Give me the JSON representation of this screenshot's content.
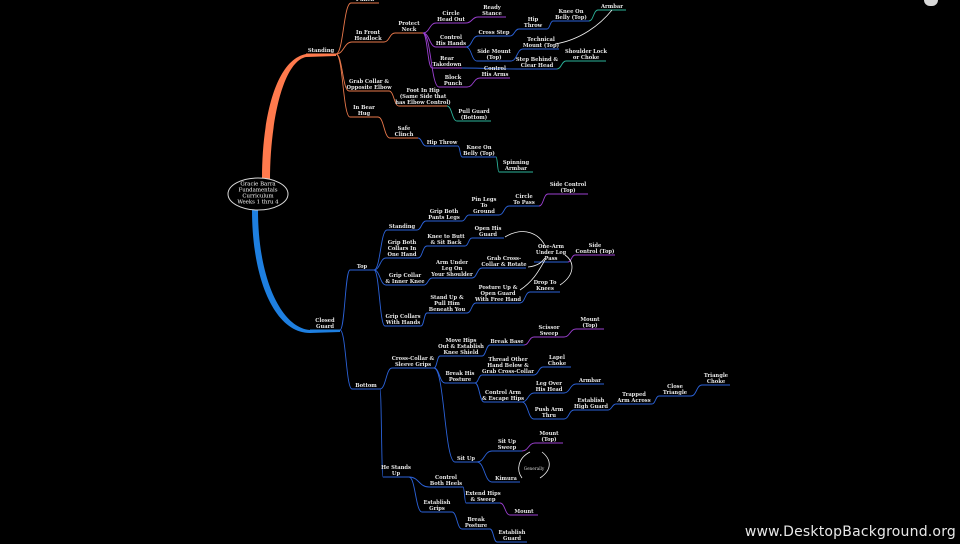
{
  "root": {
    "lines": [
      "Gracie Barra",
      "Fundamentals",
      "Curriculum",
      "Weeks 1 thru 4"
    ]
  },
  "nodes": {
    "punch": [
      "Punch"
    ],
    "standing": [
      "Standing"
    ],
    "in_front_headlock": [
      "In Front",
      "Headlock"
    ],
    "protect_neck": [
      "Protect",
      "Neck"
    ],
    "circle_head_out": [
      "Circle",
      "Head Out"
    ],
    "ready_stance": [
      "Ready",
      "Stance"
    ],
    "control_his_hands": [
      "Control",
      "His Hands"
    ],
    "cross_step": [
      "Cross Step"
    ],
    "hip_throw_1": [
      "Hip",
      "Throw"
    ],
    "knee_on_belly_top_1": [
      "Knee On",
      "Belly (Top)"
    ],
    "armbar_1": [
      "Armbar"
    ],
    "technical_mount": [
      "Technical",
      "Mount (Top)"
    ],
    "side_mount_top": [
      "Side Mount",
      "(Top)"
    ],
    "rear_takedown": [
      "Rear",
      "Takedown"
    ],
    "shoulder_lock": [
      "Shoulder Lock",
      "or Choke"
    ],
    "step_behind": [
      "Step Behind &",
      "Clear Head"
    ],
    "block_punch": [
      "Block",
      "Punch"
    ],
    "control_his_arms": [
      "Control",
      "His Arms"
    ],
    "grab_collar": [
      "Grab Collar &",
      "Opposite Elbow"
    ],
    "foot_in_hip": [
      "Foot In Hip",
      "(Same Side that",
      "has Elbow Control)"
    ],
    "pull_guard": [
      "Pull Guard",
      "(Bottom)"
    ],
    "in_bear_hug": [
      "In Bear",
      "Hug"
    ],
    "safe_clinch": [
      "Safe",
      "Clinch"
    ],
    "hip_throw_2": [
      "Hip Throw"
    ],
    "knee_on_belly_top_2": [
      "Knee On",
      "Belly (Top)"
    ],
    "spinning_armbar": [
      "Spinning",
      "Armbar"
    ],
    "closed_guard": [
      "Closed",
      "Guard"
    ],
    "top": [
      "Top"
    ],
    "standing_2": [
      "Standing"
    ],
    "grip_both_pants": [
      "Grip Both",
      "Pants Legs"
    ],
    "pin_legs": [
      "Pin Legs",
      "To",
      "Ground"
    ],
    "circle_to_pass": [
      "Circle",
      "To Pass"
    ],
    "side_control_top_1": [
      "Side Control",
      "(Top)"
    ],
    "grip_both_collars": [
      "Grip Both",
      "Collars In",
      "One Hand"
    ],
    "knee_to_butt": [
      "Knee to Butt",
      "& Sit Back"
    ],
    "open_his_guard": [
      "Open His",
      "Guard"
    ],
    "one_arm_under_leg": [
      "One-Arm",
      "Under Leg",
      "Pass"
    ],
    "side_control_top_2": [
      "Side",
      "Control (Top)"
    ],
    "arm_under_leg": [
      "Arm Under",
      "Leg On",
      "Your Shoulder"
    ],
    "grab_cross_collar": [
      "Grab Cross-",
      "Collar & Rotate"
    ],
    "grip_collar_inner_knee": [
      "Grip Collar",
      "& Inner Knee"
    ],
    "posture_up": [
      "Posture Up &",
      "Open Guard",
      "With Free Hand"
    ],
    "drop_to_knees": [
      "Drop To",
      "Knees"
    ],
    "stand_up_pull": [
      "Stand Up &",
      "Pull Him",
      "Beneath You"
    ],
    "grip_collars_with_hands": [
      "Grip Collars",
      "With Hands"
    ],
    "bottom": [
      "Bottom"
    ],
    "move_hips": [
      "Move Hips",
      "Out & Establish",
      "Knee Shield"
    ],
    "break_base": [
      "Break Base"
    ],
    "scissor_sweep": [
      "Scissor",
      "Sweep"
    ],
    "mount_top_1": [
      "Mount",
      "(Top)"
    ],
    "cross_collar_sleeve": [
      "Cross-Collar &",
      "Sleeve Grips"
    ],
    "break_his_posture": [
      "Break His",
      "Posture"
    ],
    "thread_other_hand": [
      "Thread Other",
      "Hand Below &",
      "Grab Cross-Collar"
    ],
    "lapel_choke": [
      "Lapel",
      "Choke"
    ],
    "control_arm_escape": [
      "Control Arm",
      "& Escape Hips"
    ],
    "leg_over_head": [
      "Leg Over",
      "His Head"
    ],
    "armbar_2": [
      "Armbar"
    ],
    "push_arm_thru": [
      "Push Arm",
      "Thru"
    ],
    "establish_high_guard": [
      "Establish",
      "High Guard"
    ],
    "trapped_arm_across": [
      "Trapped",
      "Arm Across"
    ],
    "close_triangle": [
      "Close",
      "Triangle"
    ],
    "triangle_choke": [
      "Triangle",
      "Choke"
    ],
    "sit_up": [
      "Sit Up"
    ],
    "sit_up_sweep": [
      "Sit Up",
      "Sweep"
    ],
    "mount_top_2": [
      "Mount",
      "(Top)"
    ],
    "kimura": [
      "Kimura"
    ],
    "he_stands_up": [
      "He Stands",
      "Up"
    ],
    "control_both_heels": [
      "Control",
      "Both Heels"
    ],
    "extend_hips_sweep": [
      "Extend Hips",
      "& Sweep"
    ],
    "mount_3": [
      "Mount"
    ],
    "establish_grips": [
      "Establish",
      "Grips"
    ],
    "break_posture": [
      "Break",
      "Posture"
    ],
    "establish_guard": [
      "Establish",
      "Guard"
    ]
  },
  "notes": {
    "generally": "Generally"
  },
  "colors": {
    "background": "#000000",
    "standing_branch": "#ff7a4d",
    "closed_guard_branch": "#1e7fe0",
    "blue": "#2b62d9",
    "orange": "#e8774a",
    "purple": "#9b3fd0",
    "teal": "#2bb39a",
    "pink": "#d94a8a",
    "white_arrow": "#f2f2f2"
  },
  "watermark": "www.DesktopBackground.org"
}
